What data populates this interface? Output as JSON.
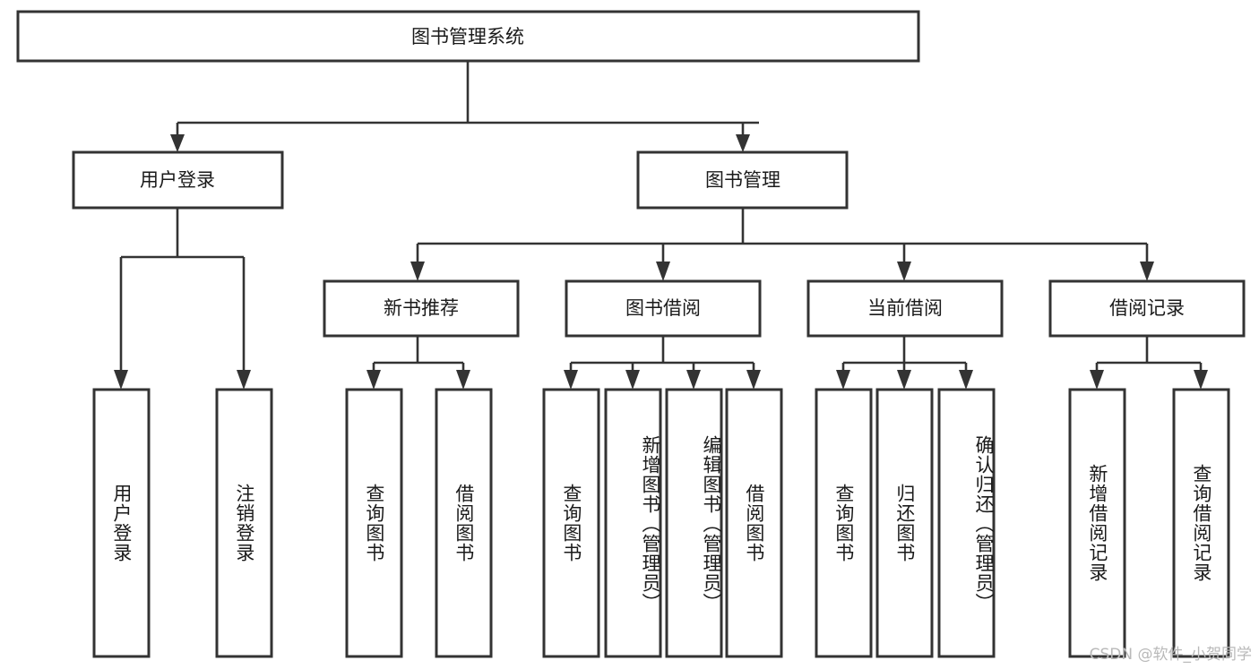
{
  "diagram": {
    "title": "图书管理系统",
    "watermark": "CSDN @软件_小贺同学",
    "colors": {
      "stroke": "#333333",
      "fill": "#ffffff",
      "text": "#1a1a1a",
      "watermark": "#b9b9b9"
    },
    "levels": {
      "root": {
        "label": "图书管理系统"
      },
      "level2": [
        {
          "label": "用户登录"
        },
        {
          "label": "图书管理"
        }
      ],
      "level3": [
        {
          "label": "新书推荐"
        },
        {
          "label": "图书借阅"
        },
        {
          "label": "当前借阅"
        },
        {
          "label": "借阅记录"
        }
      ],
      "leaves": [
        {
          "label": "用户登录",
          "parent": "用户登录"
        },
        {
          "label": "注销登录",
          "parent": "用户登录"
        },
        {
          "label": "查询图书",
          "parent": "新书推荐"
        },
        {
          "label": "借阅图书",
          "parent": "新书推荐"
        },
        {
          "label": "查询图书",
          "parent": "图书借阅"
        },
        {
          "label": "新增图书（管理员）",
          "parent": "图书借阅"
        },
        {
          "label": "编辑图书（管理员）",
          "parent": "图书借阅"
        },
        {
          "label": "借阅图书",
          "parent": "图书借阅"
        },
        {
          "label": "查询图书",
          "parent": "当前借阅"
        },
        {
          "label": "归还图书",
          "parent": "当前借阅"
        },
        {
          "label": "确认归还（管理员）",
          "parent": "当前借阅"
        },
        {
          "label": "新增借阅记录",
          "parent": "借阅记录"
        },
        {
          "label": "查询借阅记录",
          "parent": "借阅记录"
        }
      ]
    }
  }
}
